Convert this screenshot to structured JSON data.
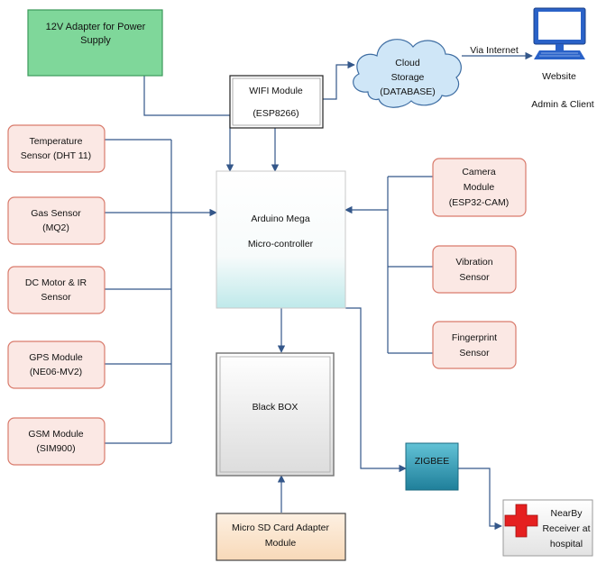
{
  "diagram": {
    "power_adapter": [
      "12V Adapter for Power",
      "Supply"
    ],
    "wifi_module": [
      "WIFI Module",
      "(ESP8266)"
    ],
    "cloud": [
      "Cloud",
      "Storage",
      "(DATABASE)"
    ],
    "via_internet": "Via Internet",
    "website": [
      "Website",
      "Admin & Client"
    ],
    "left_sensors": [
      [
        "Temperature",
        "Sensor (DHT 11)"
      ],
      [
        "Gas Sensor",
        "(MQ2)"
      ],
      [
        "DC Motor & IR",
        "Sensor"
      ],
      [
        "GPS Module",
        "(NE06-MV2)"
      ],
      [
        "GSM Module",
        "(SIM900)"
      ]
    ],
    "controller": [
      "Arduino Mega",
      "Micro-controller"
    ],
    "right_sensors": [
      [
        "Camera",
        "Module",
        "(ESP32-CAM)"
      ],
      [
        "Vibration",
        "Sensor"
      ],
      [
        "Fingerprint",
        "Sensor"
      ]
    ],
    "black_box": "Black BOX",
    "sd_adapter": [
      "Micro SD Card Adapter",
      "Module"
    ],
    "zigbee": "ZIGBEE",
    "hospital": [
      "NearBy",
      "Receiver at",
      "hospital"
    ]
  },
  "colors": {
    "line": "#34578a",
    "sensor_fill": "#fbe8e4",
    "sensor_stroke": "#d97b6c",
    "power_fill": "#7fd79a",
    "power_stroke": "#3c9a5a",
    "cloud_fill": "#cfe6f7",
    "cloud_stroke": "#3f6ea3",
    "zigbee_fill": "#3ea4bd",
    "sd_fill": "#fbe3cc",
    "hospital_cross": "#e52020",
    "monitor": "#2a62c8"
  },
  "icons": {
    "website": "computer-monitor-icon",
    "hospital": "red-cross-icon"
  }
}
